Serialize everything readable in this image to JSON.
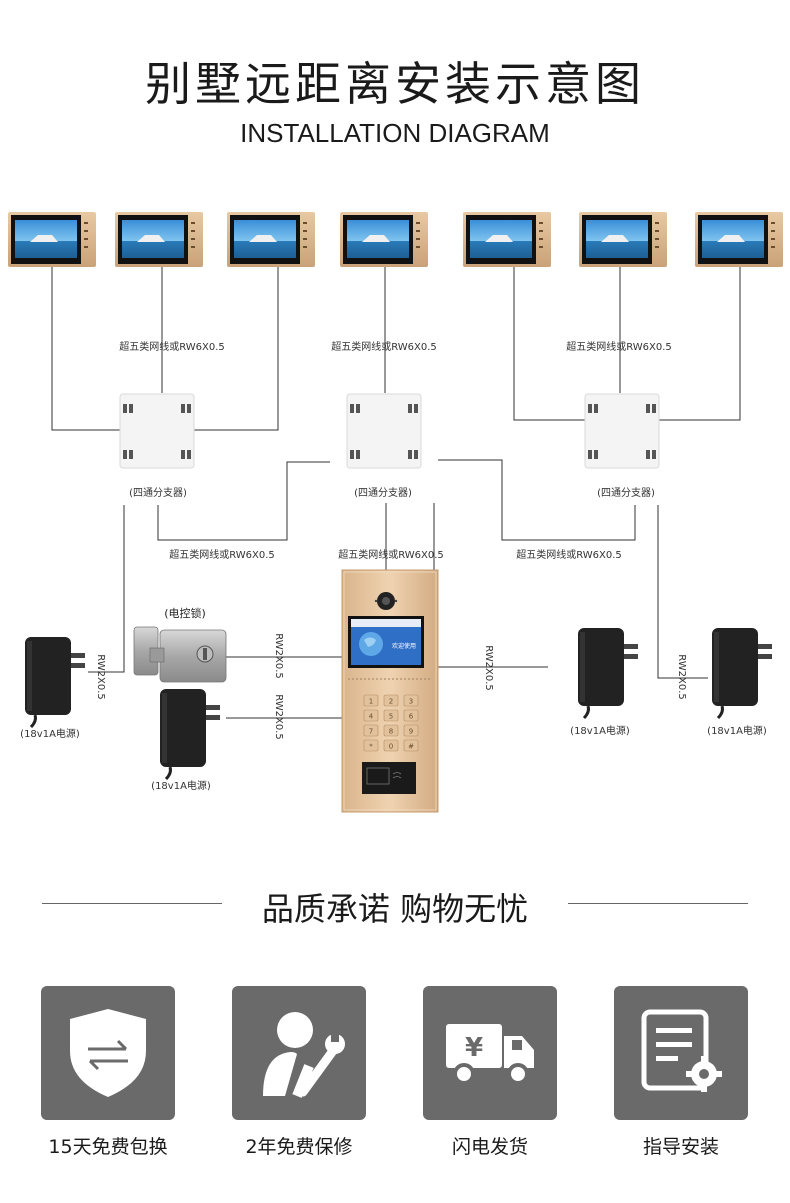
{
  "header": {
    "title": "别墅远距离安装示意图",
    "subtitle": "INSTALLATION DIAGRAM"
  },
  "diagram": {
    "cable_label": "超五类网线或RW6X0.5",
    "splitter_label": "(四通分支器)",
    "lock_label": "(电控锁)",
    "power_label": "(18v1A电源)",
    "rw2_label": "RW2X0.5",
    "panel_welcome": "欢迎使用",
    "keypad": [
      "1",
      "2",
      "3",
      "4",
      "5",
      "6",
      "7",
      "8",
      "9",
      "*",
      "0",
      "#"
    ]
  },
  "promise": {
    "title": "品质承诺 购物无忧",
    "features": [
      {
        "icon": "shield-exchange-icon",
        "label": "15天免费包换"
      },
      {
        "icon": "repair-tools-icon",
        "label": "2年免费保修"
      },
      {
        "icon": "delivery-truck-icon",
        "label": "闪电发货"
      },
      {
        "icon": "install-guide-icon",
        "label": "指导安装"
      }
    ]
  }
}
